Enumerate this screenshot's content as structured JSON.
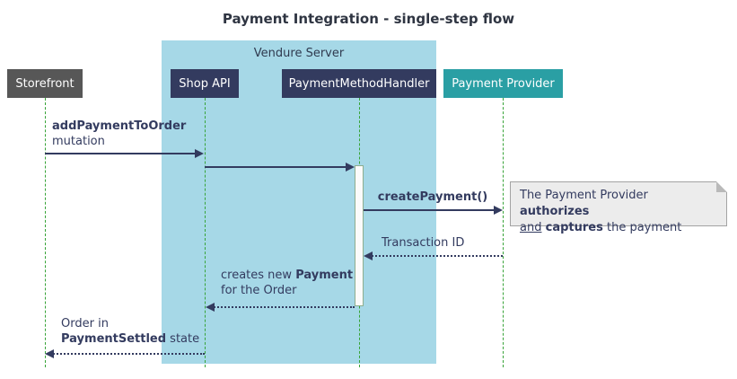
{
  "title": "Payment Integration - single-step flow",
  "container": {
    "label": "Vendure Server"
  },
  "participants": [
    {
      "name": "Storefront"
    },
    {
      "name": "Shop API"
    },
    {
      "name": "PaymentMethodHandler"
    },
    {
      "name": "Payment Provider"
    }
  ],
  "messages": {
    "add_payment": {
      "line1": "addPaymentToOrder",
      "line2": "mutation"
    },
    "create_payment": {
      "label": "createPayment()"
    },
    "transaction_id": {
      "label": "Transaction ID"
    },
    "creates_payment": {
      "line1_pre": "creates new ",
      "line1_bold": "Payment",
      "line2": "for the Order"
    },
    "order_settled": {
      "line1": "Order in",
      "line2_bold": "PaymentSettled",
      "line2_post": " state"
    }
  },
  "note": {
    "line1_pre": "The Payment Provider ",
    "line1_bold": "authorizes",
    "line2_underline": "and",
    "line2_space": " ",
    "line2_bold": "captures",
    "line2_post": " the payment"
  },
  "colors": {
    "container_bg": "#a6d8e7",
    "participant_navy": "#333b5f",
    "participant_gray": "#575757",
    "participant_teal": "#2a9fa4",
    "lifeline_green": "#37a337",
    "arrow": "#333b5f",
    "note_bg": "#ececec",
    "note_border": "#a3a3a3"
  }
}
